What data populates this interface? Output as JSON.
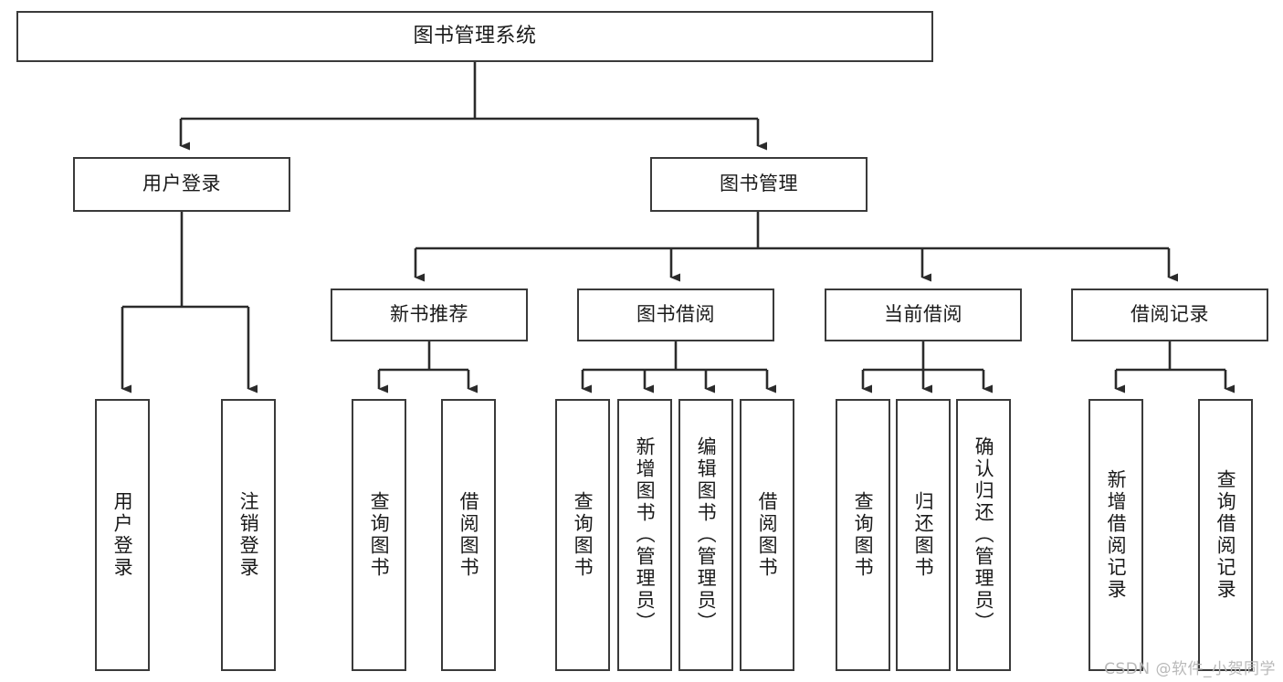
{
  "diagram": {
    "type": "tree-hierarchy",
    "title": "图书管理系统",
    "root": {
      "label": "图书管理系统"
    },
    "level2": [
      {
        "label": "用户登录"
      },
      {
        "label": "图书管理"
      }
    ],
    "level3": [
      {
        "label": "新书推荐"
      },
      {
        "label": "图书借阅"
      },
      {
        "label": "当前借阅"
      },
      {
        "label": "借阅记录"
      }
    ],
    "leaves": {
      "user_login": [
        {
          "label": "用户登录"
        },
        {
          "label": "注销登录"
        }
      ],
      "new_book_recommend": [
        {
          "label": "查询图书"
        },
        {
          "label": "借阅图书"
        }
      ],
      "book_borrow": [
        {
          "label": "查询图书"
        },
        {
          "label": "新增图书（管理员）"
        },
        {
          "label": "编辑图书（管理员）"
        },
        {
          "label": "借阅图书"
        }
      ],
      "current_borrow": [
        {
          "label": "查询图书"
        },
        {
          "label": "归还图书"
        },
        {
          "label": "确认归还（管理员）"
        }
      ],
      "borrow_record": [
        {
          "label": "新增借阅记录"
        },
        {
          "label": "查询借阅记录"
        }
      ]
    },
    "watermark": "CSDN @软件_小贺同学",
    "colors": {
      "border": "#3a3a3a",
      "fill": "#ffffff",
      "text": "#1a1a1a",
      "edge": "#2b2b2b",
      "watermark": "#b9b9b9"
    }
  }
}
